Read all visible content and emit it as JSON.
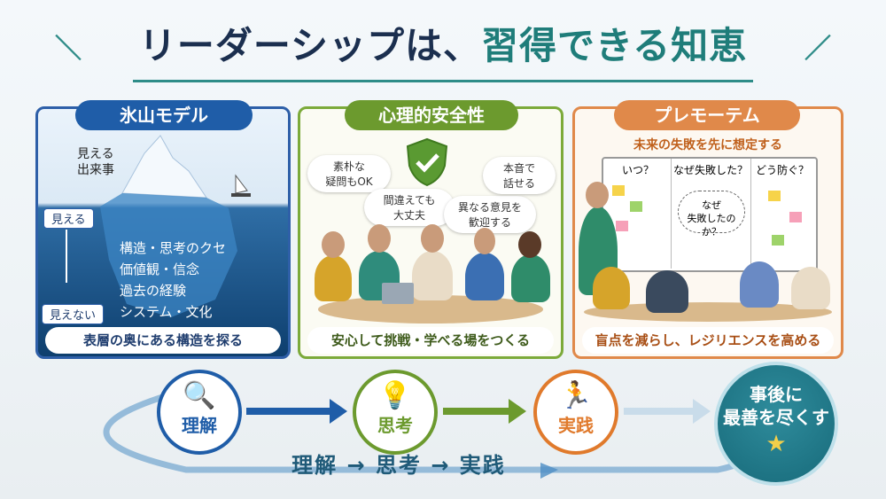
{
  "title": {
    "main": "リーダーシップは、",
    "accent": "習得できる知恵"
  },
  "panels": {
    "iceberg": {
      "header": "氷山モデル",
      "visible_event": "見える\n出来事",
      "visible_tag": "見える",
      "invisible_tag": "見えない",
      "hidden_items": [
        "構造・思考のクセ",
        "価値観・信念",
        "過去の経験",
        "システム・文化"
      ],
      "caption": "表層の奥にある構造を探る"
    },
    "safety": {
      "header": "心理的安全性",
      "bubbles": [
        "素朴な\n疑問もOK",
        "間違えても\n大丈夫",
        "異なる意見を\n歓迎する",
        "本音で\n話せる"
      ],
      "caption": "安心して挑戦・学べる場をつくる"
    },
    "premortem": {
      "header": "プレモーテム",
      "subtitle": "未来の失敗を先に想定する",
      "board_columns": [
        "いつ？",
        "なぜ失敗した？",
        "どう防ぐ？"
      ],
      "thought_bubble": "なぜ\n失敗したのか？",
      "caption": "盲点を減らし、レジリエンスを高める"
    }
  },
  "flow": {
    "steps": [
      {
        "label": "理解",
        "icon": "magnifier-head-icon",
        "color": "#1f5da8"
      },
      {
        "label": "思考",
        "icon": "lightbulb-head-icon",
        "color": "#6c9a2e"
      },
      {
        "label": "実践",
        "icon": "running-person-icon",
        "color": "#e07a2c"
      }
    ],
    "cycle_text": "理解 → 思考 → 実践",
    "goal": "事後に\n最善を尽くす"
  },
  "colors": {
    "blue": "#2e5fa8",
    "green": "#7caa3a",
    "orange": "#e0894a",
    "teal": "#2e8c88"
  }
}
